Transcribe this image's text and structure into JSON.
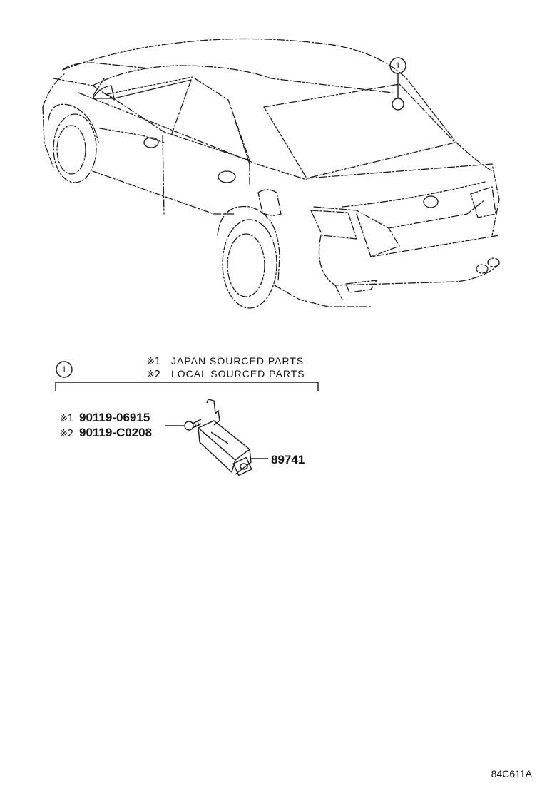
{
  "callout_ref": "1",
  "callout_ref_legend": "1",
  "notes": {
    "note1_mark": "※1",
    "note1_text": "JAPAN SOURCED PARTS",
    "note2_mark": "※2",
    "note2_text": "LOCAL SOURCED PARTS"
  },
  "parts": {
    "bolt_mark1": "※1",
    "bolt_part1": "90119-06915",
    "bolt_mark2": "※2",
    "bolt_part2": "90119-C0208",
    "sensor_part": "89741"
  },
  "diagram_code": "84C611A"
}
